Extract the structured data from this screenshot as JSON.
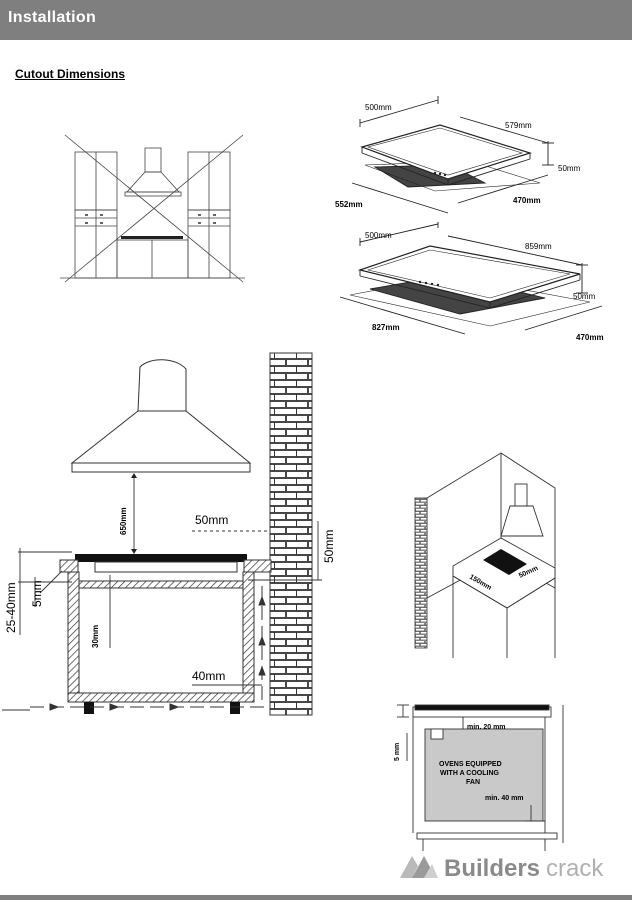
{
  "header": {
    "title": "Installation"
  },
  "section": {
    "title": "Cutout Dimensions"
  },
  "hob60": {
    "depth": "500mm",
    "width": "579mm",
    "height": "50mm",
    "cut_width": "552mm",
    "cut_depth": "470mm"
  },
  "hob90": {
    "depth": "500mm",
    "width": "859mm",
    "height": "50mm",
    "cut_width": "827mm",
    "cut_depth": "470mm"
  },
  "section_view": {
    "hood_gap": "650mm",
    "side_gap": "50mm",
    "wall_gap": "50mm",
    "worktop": "25-40mm",
    "lip": "5mm",
    "under_gap": "30mm",
    "bottom_gap": "40mm"
  },
  "corner_view": {
    "d1": "150mm",
    "d2": "50mm"
  },
  "oven_view": {
    "min_top": "min. 20 mm",
    "lip": "5 mm",
    "oven_line1": "OVENS EQUIPPED",
    "oven_line2": "WITH A COOLING",
    "oven_line3": "FAN",
    "min_side": "min. 40 mm"
  },
  "brand": {
    "name_bold": "Builders",
    "name_light": "crack",
    "color": "#8a8a8a"
  }
}
